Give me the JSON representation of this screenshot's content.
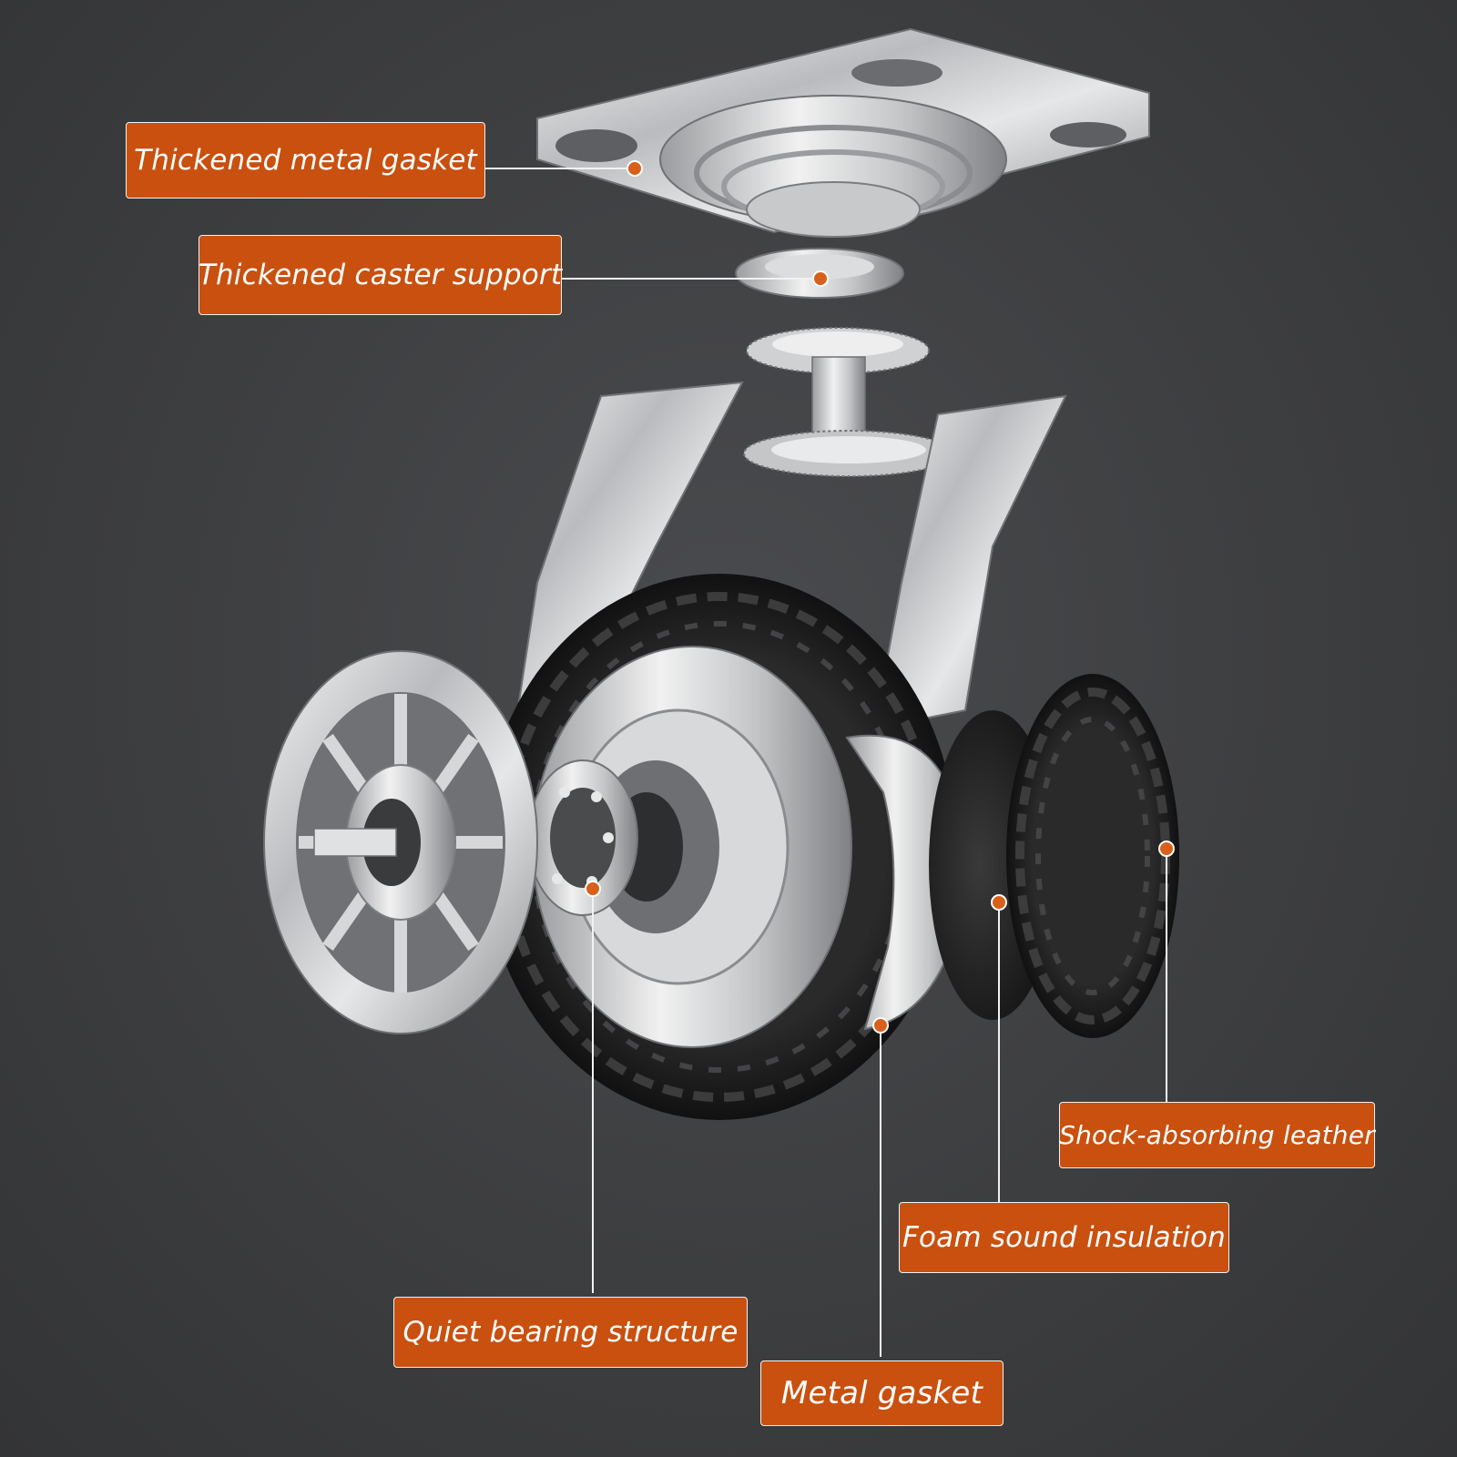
{
  "colors": {
    "label_fill": "#c9500f",
    "label_border": "#f2f2f2",
    "label_text": "#ffffff",
    "leader_line": "#f2f2f2",
    "marker": "#d9601a",
    "background": "#3e3f41"
  },
  "labels": {
    "thickened_metal_gasket": "Thickened metal gasket",
    "thickened_caster_support": "Thickened caster support",
    "shock_absorbing_leather": "Shock-absorbing leather",
    "foam_sound_insulation": "Foam sound insulation",
    "quiet_bearing_structure": "Quiet bearing structure",
    "metal_gasket": "Metal gasket"
  }
}
